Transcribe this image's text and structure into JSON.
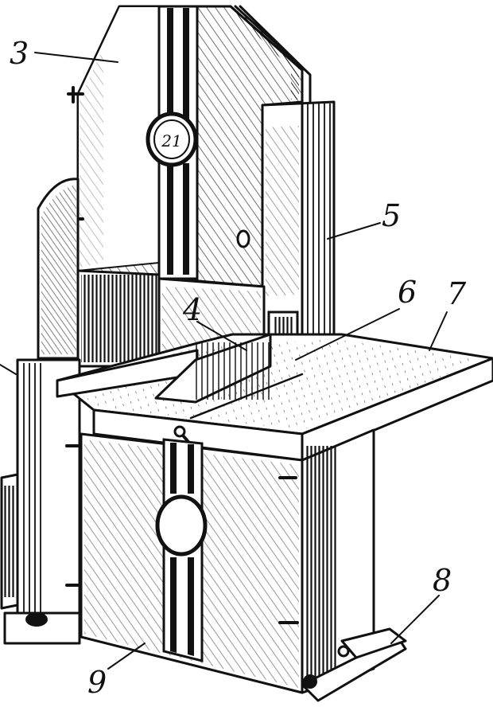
{
  "figure": {
    "labels": [
      {
        "id": "3",
        "text": "3"
      },
      {
        "id": "4",
        "text": "4"
      },
      {
        "id": "5",
        "text": "5"
      },
      {
        "id": "6",
        "text": "6"
      },
      {
        "id": "7",
        "text": "7"
      },
      {
        "id": "8",
        "text": "8"
      },
      {
        "id": "9",
        "text": "9"
      }
    ],
    "badge_text": "21"
  }
}
